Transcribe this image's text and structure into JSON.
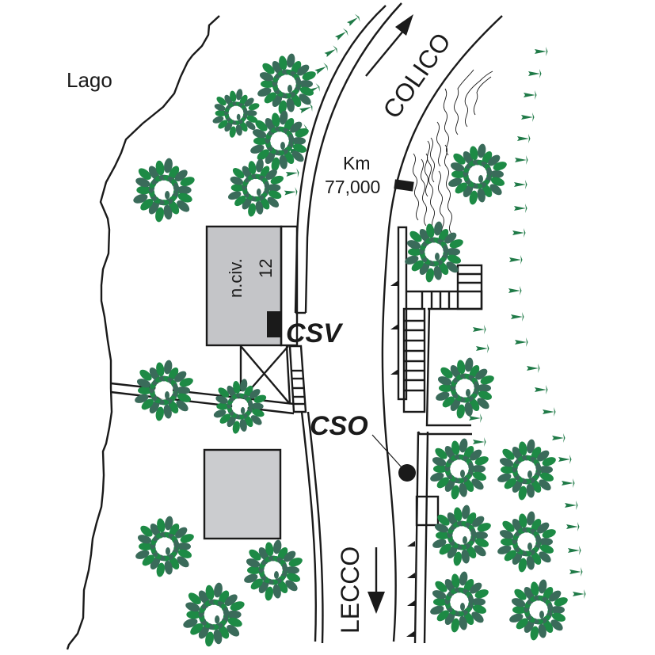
{
  "map": {
    "title": "Lake shore site plan",
    "labels": {
      "lake": "Lago",
      "direction_north": "COLICO",
      "direction_south": "LECCO",
      "km_marker_line1": "Km",
      "km_marker_line2": "77,000",
      "building_line1": "n.civ.",
      "building_line2": "12",
      "csv": "CSV",
      "cso": "CSO"
    },
    "colors": {
      "tree_light": "#1d8a45",
      "tree_dark": "#3a6b5a",
      "grass": "#1f7a47",
      "building": "#c4c5c8",
      "line": "#1a1a1a"
    },
    "features": {
      "trees": [
        {
          "id": "t1"
        },
        {
          "id": "t2"
        },
        {
          "id": "t3"
        },
        {
          "id": "t4"
        },
        {
          "id": "t5"
        },
        {
          "id": "t6"
        },
        {
          "id": "t7"
        },
        {
          "id": "t8"
        },
        {
          "id": "t9"
        },
        {
          "id": "t10"
        },
        {
          "id": "t11"
        },
        {
          "id": "t12"
        },
        {
          "id": "t13"
        },
        {
          "id": "t14"
        },
        {
          "id": "t15"
        },
        {
          "id": "t16"
        },
        {
          "id": "t17"
        },
        {
          "id": "t18"
        },
        {
          "id": "t19"
        }
      ],
      "csv_marker": "rectangle",
      "cso_marker": "circle"
    }
  }
}
